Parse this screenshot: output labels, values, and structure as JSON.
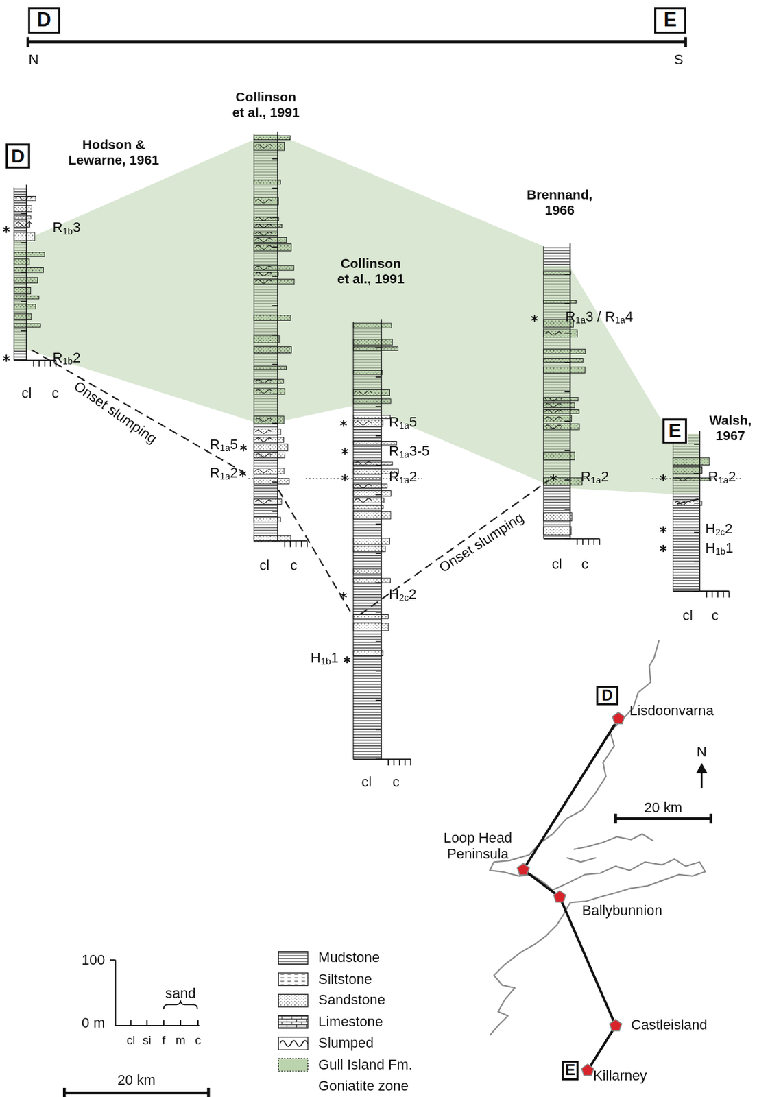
{
  "diagram": {
    "nodes": [
      {
        "text": [
          "D"
        ]
      },
      {
        "text": [
          "E"
        ]
      },
      {
        "text": [
          "D"
        ]
      },
      {
        "text": [
          "E"
        ]
      },
      {
        "text": [
          "D"
        ]
      },
      {
        "text": [
          "E"
        ]
      }
    ],
    "labels": [
      "N",
      "S",
      "Hodson & Lewarne, 1961",
      "Collinson et al., 1991",
      "Collinson et al., 1991",
      "Brennand, 1966",
      "Walsh, 1967",
      "R1b3",
      "R1b2",
      "R1a5",
      "R1a2",
      "R1a5",
      "R1a3-5",
      "R1a2",
      "H2c2",
      "H1b1",
      "R1a3 / R1a4",
      "R1a2",
      "R1a2",
      "H2c2",
      "H1b1",
      "Onset slumping",
      "Onset slumping",
      "cl",
      "c",
      "cl",
      "c",
      "cl",
      "c",
      "cl",
      "c",
      "cl",
      "c",
      "100",
      "0 m",
      "cl",
      "si",
      "f",
      "m",
      "c",
      "sand",
      "20 km",
      "N",
      "20 km",
      "Lisdoonvarna",
      "Loop Head Peninsula",
      "Ballybunnion",
      "Castleisland",
      "Killarney"
    ],
    "legend": [
      {
        "text": "Mudstone"
      },
      {
        "text": "Siltstone"
      },
      {
        "text": "Sandstone"
      },
      {
        "text": "Limestone"
      },
      {
        "text": "Slumped"
      },
      {
        "text": "Gull Island Fm.",
        "color": "#bcd4ae"
      },
      {
        "text": "Goniatite zone"
      }
    ]
  }
}
